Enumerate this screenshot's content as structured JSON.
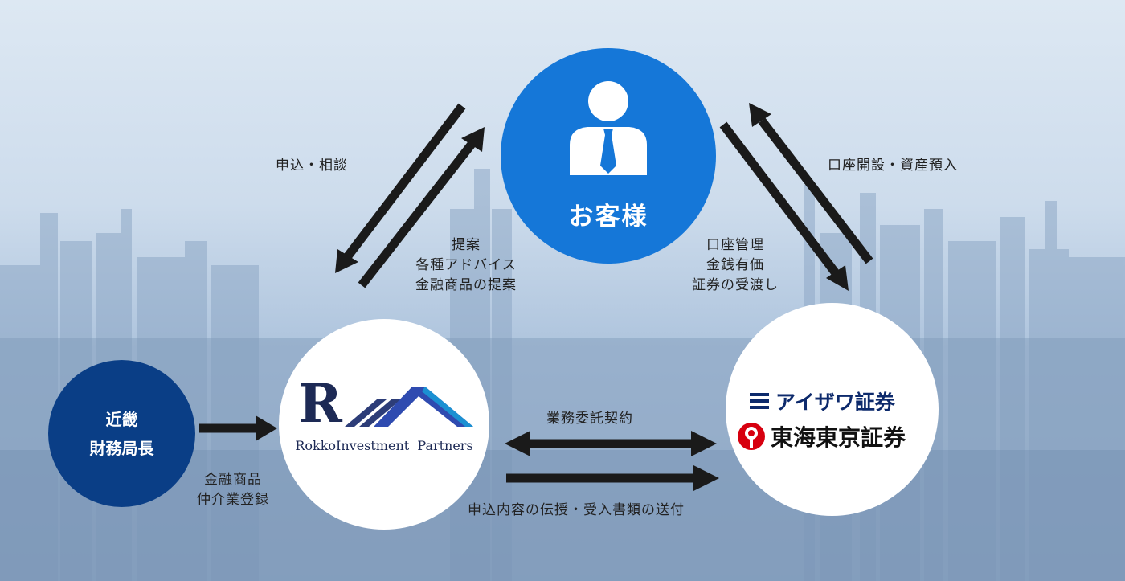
{
  "customer": {
    "name": "お客様"
  },
  "bureau": {
    "line1": "近畿",
    "line2": "財務局長"
  },
  "rokko": {
    "logo_letter": "R",
    "name": "RokkoInvestment  Partners"
  },
  "brokers": {
    "aizawa": "アイザワ証券",
    "tokai": "東海東京証券"
  },
  "labels": {
    "apply_consult": "申込・相談",
    "proposals": [
      "提案",
      "各種アドバイス",
      "金融商品の提案"
    ],
    "account_open": "口座開設・資産預入",
    "account_mgmt": [
      "口座管理",
      "金銭有価",
      "証券の受渡し"
    ],
    "registration": [
      "金融商品",
      "仲介業登録"
    ],
    "outsourcing": "業務委託契約",
    "transmission": "申込内容の伝授・受入書類の送付"
  },
  "colors": {
    "customer_blue": "#1577d8",
    "bureau_navy": "#0a3e86",
    "arrow": "#1a1a1a",
    "tokai_red": "#d7000f",
    "aizawa_navy": "#0d2a6c"
  }
}
